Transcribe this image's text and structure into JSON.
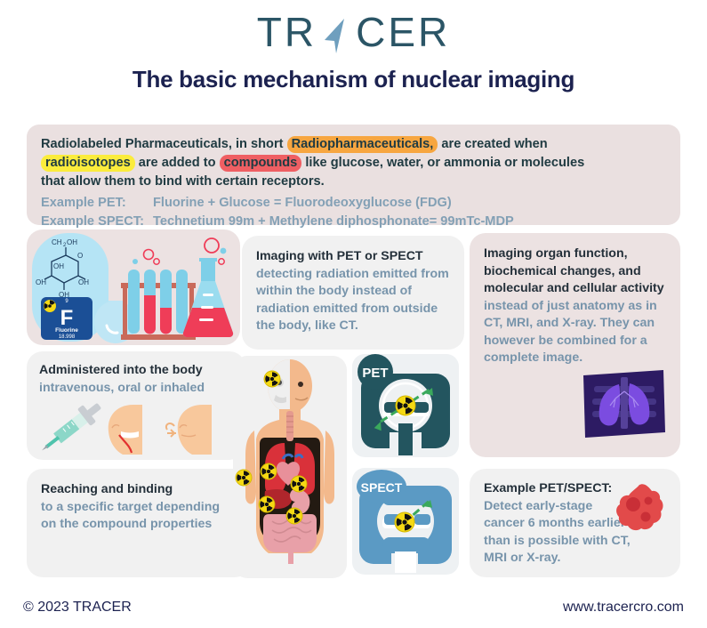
{
  "brand": {
    "logo_text_left": "TR",
    "logo_text_right": "CER",
    "logo_mark": "arrow-cursor-icon"
  },
  "title": "The basic mechanism of nuclear imaging",
  "banner": {
    "line1_a": "Radiolabeled Pharmaceuticals, in short ",
    "line1_hl": "Radiopharmaceuticals,",
    "line1_b": " are created when",
    "line2_hl1": "radioisotopes",
    "line2_a": " are added to ",
    "line2_hl2": "compounds",
    "line2_b": " like glucose, water, or ammonia or molecules",
    "line3": "that allow them to bind with certain receptors.",
    "example_pet_label": "Example PET:",
    "example_pet_value": "Fluorine + Glucose = Fluorodeoxyglucose (FDG)",
    "example_spect_label": "Example SPECT:",
    "example_spect_value": "Technetium 99m + Methylene diphosphonate= 99mTc-MDP"
  },
  "chem": {
    "molecule_top": "CH₂OH",
    "molecule_o": "O",
    "oh1": "OH",
    "oh2": "OH",
    "oh3": "OH",
    "oh4": "OH",
    "element_symbol": "F",
    "element_name": "Fluorine",
    "element_mass": "18.998",
    "radioactive": "radioactive-icon"
  },
  "panel_mid": {
    "head": "Imaging with PET or SPECT",
    "body": "detecting radiation emitted from within the body instead of radiation emitted from outside the body, like CT."
  },
  "panel_right": {
    "head": "Imaging organ function, biochemical changes, and molecular and cellular activity",
    "body": " instead of just anatomy as in CT, MRI, and X-ray. They can however be combined for a complete image.",
    "image": "lung-xray-image"
  },
  "panel_admin": {
    "head": "Administered into the body",
    "body": "intravenous, oral or inhaled",
    "icons": [
      "syringe-icon",
      "oral-head-icon",
      "inhale-head-icon"
    ]
  },
  "panel_reach": {
    "head": "Reaching and binding",
    "body": "to a specific target depending on the compound properties"
  },
  "panel_example": {
    "head": "Example PET/SPECT:",
    "body": "Detect early-stage cancer 6 months earlier than is possible with CT, MRI or X-ray.",
    "image": "cancer-cell-icon"
  },
  "scanners": {
    "pet_label": "PET",
    "spect_label": "SPECT"
  },
  "body_figure": {
    "name": "human-anatomy-figure",
    "markers": "radioactive-icon"
  },
  "footer": {
    "copyright": "© 2023 TRACER",
    "website": "www.tracercro.com"
  },
  "colors": {
    "title": "#1c2250",
    "logo": "#2b5566",
    "banner_bg": "#eae0e0",
    "body_text": "#7794ab",
    "head_text": "#24303a",
    "highlight_orange": "#f7a640",
    "highlight_yellow": "#fbec3c",
    "highlight_red": "#ef5f63",
    "pet_teal": "#23555f",
    "spect_blue": "#5b9ac4",
    "cancer_red": "#e24a4a"
  }
}
